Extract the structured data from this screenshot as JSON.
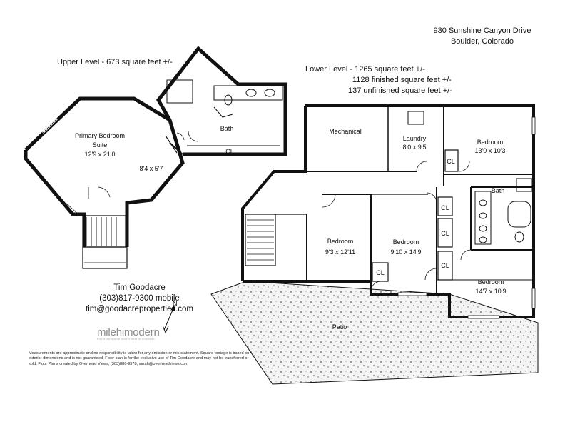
{
  "address": {
    "line1": "930 Sunshine Canyon Drive",
    "line2": "Boulder, Colorado"
  },
  "upper_level": {
    "summary": "Upper Level - 673 square feet +/-",
    "rooms": {
      "primary_name_1": "Primary Bedroom",
      "primary_name_2": "Suite",
      "primary_dims": "12'9 x 21'0",
      "bath": "Bath",
      "closet": "CL",
      "closet_dims": "8'4 x 5'7"
    }
  },
  "lower_level": {
    "summary_1": "Lower Level - 1265 square feet +/-",
    "summary_2": "1128 finished square feet +/-",
    "summary_3": "137 unfinished square feet +/-",
    "rooms": {
      "mechanical": "Mechanical",
      "laundry": "Laundry",
      "laundry_dims": "8'0 x 9'5",
      "bed_ne": "Bedroom",
      "bed_ne_dims": "13'0 x 10'3",
      "bed_w": "Bedroom",
      "bed_w_dims": "9'3 x 12'11",
      "bed_c": "Bedroom",
      "bed_c_dims": "9'10 x 14'9",
      "bed_se": "Bedroom",
      "bed_se_dims": "14'7 x 10'9",
      "bath": "Bath",
      "cl": "CL",
      "patio": "Patio"
    }
  },
  "north_label": "N",
  "agent": {
    "name": "Tim Goodacre",
    "phone": "(303)817-9300 mobile",
    "email": "tim@goodacreproperties.com"
  },
  "brand": {
    "name": "milehimodern",
    "tagline": "find exceptional modernism in colorado"
  },
  "disclaimer": "Measurements are approximate and no responsibility is taken for any omission or mis-statement.  Square footage is based on exterior dimensions and is not guaranteed. Floor plan is for the exclusive use of Tim Goodacre and may not be transferred or sold. Floor Plans created by Overhead Views, (303)886-9578, sarah@overheadviews.com",
  "colors": {
    "wall": "#111111",
    "patio_fill": "#e6e6e6",
    "brand_gray": "#8a8a8a"
  }
}
